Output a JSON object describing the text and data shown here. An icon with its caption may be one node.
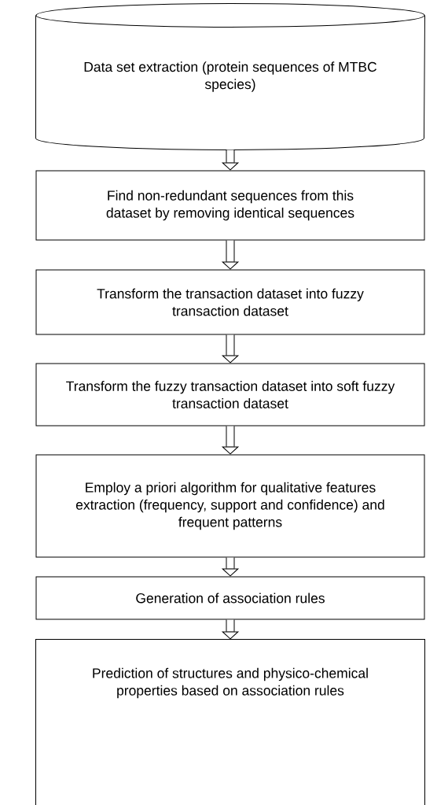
{
  "diagram": {
    "nodes": [
      {
        "text": [
          "Data set extraction (protein sequences of MTBC species)"
        ]
      },
      {
        "text": [
          "Find non-redundant sequences from this dataset by removing identical sequences"
        ]
      },
      {
        "text": [
          "Transform the transaction dataset into fuzzy transaction dataset"
        ]
      },
      {
        "text": [
          "Transform the fuzzy transaction dataset into soft fuzzy transaction dataset"
        ]
      },
      {
        "text": [
          "Employ a priori algorithm for qualitative features extraction (frequency, support and confidence) and frequent patterns"
        ]
      },
      {
        "text": [
          "Generation of association rules"
        ]
      },
      {
        "text": [
          "Prediction of structures and physico-chemical properties based on association rules"
        ]
      }
    ],
    "edges": [
      {
        "from": 0,
        "to": 1,
        "arrow": "to"
      },
      {
        "from": 1,
        "to": 2,
        "arrow": "to"
      },
      {
        "from": 2,
        "to": 3,
        "arrow": "to"
      },
      {
        "from": 3,
        "to": 4,
        "arrow": "to"
      },
      {
        "from": 4,
        "to": 5,
        "arrow": "to"
      },
      {
        "from": 5,
        "to": 6,
        "arrow": "to"
      }
    ]
  }
}
